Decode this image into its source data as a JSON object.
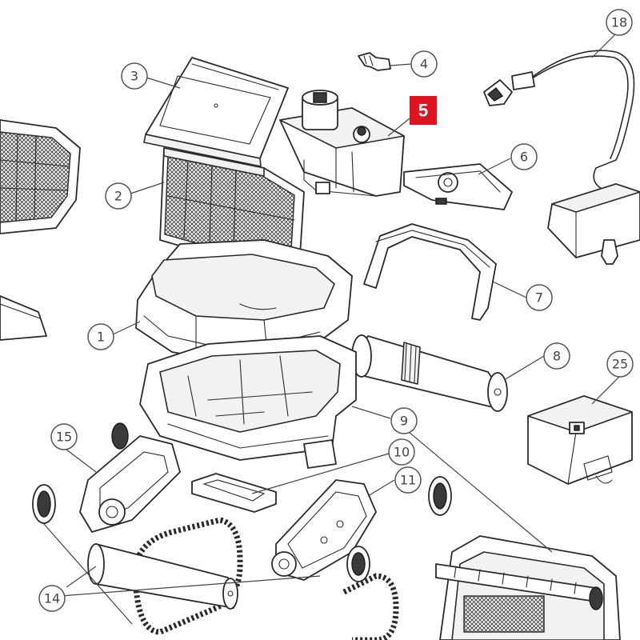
{
  "diagram": {
    "highlight": {
      "label": "5",
      "color": "#e0141e"
    },
    "callouts": [
      {
        "key": "c1",
        "label": "1"
      },
      {
        "key": "c2",
        "label": "2"
      },
      {
        "key": "c3",
        "label": "3"
      },
      {
        "key": "c4",
        "label": "4"
      },
      {
        "key": "c6",
        "label": "6"
      },
      {
        "key": "c7",
        "label": "7"
      },
      {
        "key": "c8",
        "label": "8"
      },
      {
        "key": "c9",
        "label": "9"
      },
      {
        "key": "c10",
        "label": "10"
      },
      {
        "key": "c11",
        "label": "11"
      },
      {
        "key": "c14",
        "label": "14"
      },
      {
        "key": "c15",
        "label": "15"
      },
      {
        "key": "c18",
        "label": "18"
      },
      {
        "key": "c25",
        "label": "25"
      }
    ]
  }
}
